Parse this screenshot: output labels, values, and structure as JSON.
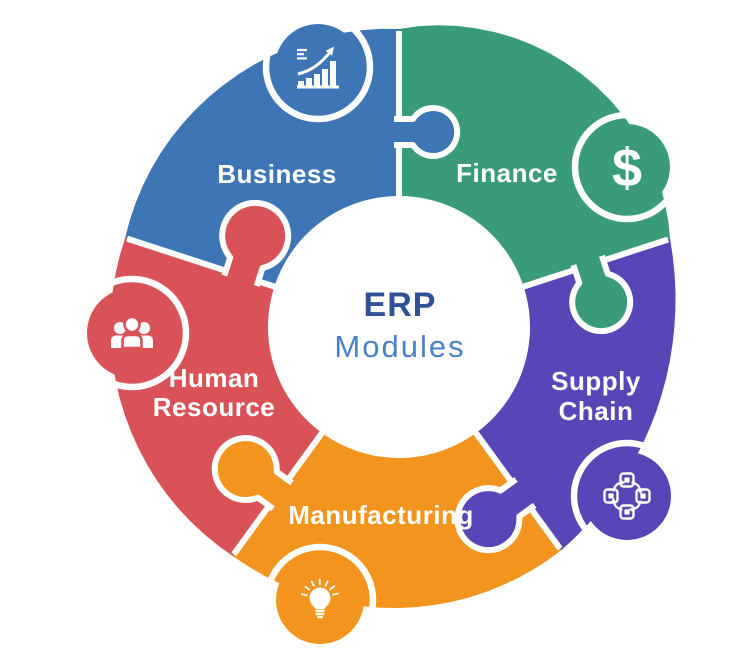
{
  "diagram": {
    "title_block": {
      "title": "ERP",
      "subtitle": "Modules",
      "title_color": "#2e5197",
      "subtitle_color": "#4a82c8"
    },
    "label_color": "#ffffff",
    "icon_color": "#ffffff",
    "segments": [
      {
        "id": "business",
        "label": "Business",
        "color": "#3e76b5",
        "icon": "growth-chart-icon"
      },
      {
        "id": "finance",
        "label": "Finance",
        "color": "#3a9b79",
        "icon": "dollar-icon",
        "icon_glyph": "$"
      },
      {
        "id": "supply-chain",
        "label": "Supply Chain",
        "label_lines": [
          "Supply",
          "Chain"
        ],
        "color": "#5845b8",
        "icon": "cycle-boxes-icon"
      },
      {
        "id": "manufacturing",
        "label": "Manufacturing",
        "color": "#f2941e",
        "icon": "lightbulb-icon"
      },
      {
        "id": "human-resource",
        "label": "Human Resource",
        "label_lines": [
          "Human",
          "Resource"
        ],
        "color": "#d95257",
        "icon": "people-group-icon"
      }
    ]
  }
}
